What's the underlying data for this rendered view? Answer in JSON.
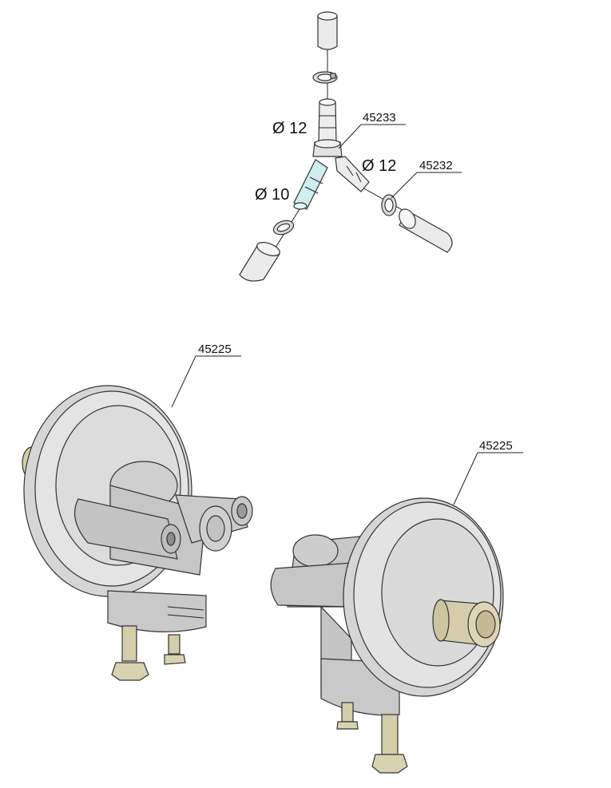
{
  "callouts": {
    "tee_fitting": "45233",
    "hose_clamp": "45232",
    "regulator_top": "45225",
    "regulator_bottom": "45225"
  },
  "dimensions": {
    "top_branch": "Ø 12",
    "right_branch": "Ø 12",
    "left_branch": "Ø 10"
  },
  "colors": {
    "part_gray": "#c8c8c8",
    "part_light": "#e2e2e2",
    "part_dark": "#a9a9a9",
    "highlight": "#cfeef0",
    "brass": "#d4cdaa",
    "line": "#222222"
  }
}
